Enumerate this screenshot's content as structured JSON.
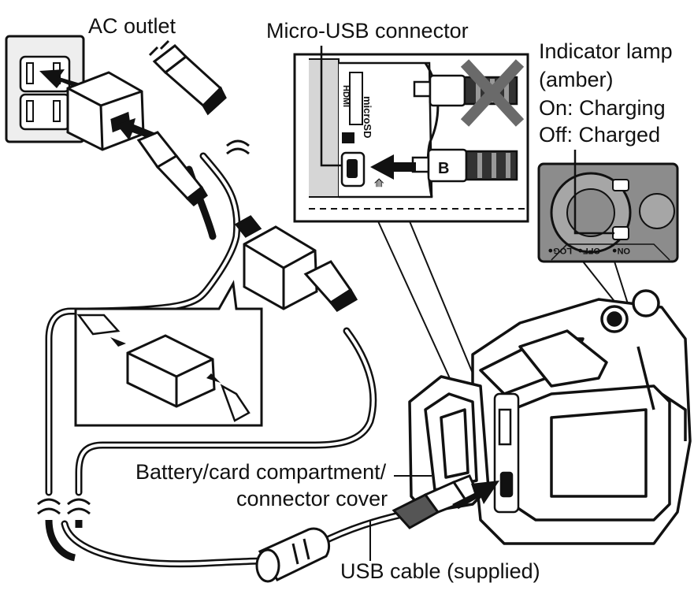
{
  "labels": {
    "ac_outlet": "AC outlet",
    "micro_usb_connector": "Micro-USB connector",
    "indicator_lamp_line1": "Indicator lamp",
    "indicator_lamp_line2": "(amber)",
    "indicator_on": "On: Charging",
    "indicator_off": "Off: Charged",
    "compartment_line1": "Battery/card compartment/",
    "compartment_line2": "connector cover",
    "usb_cable": "USB cable (supplied)"
  },
  "port_labels": {
    "hdmi": "HDMI",
    "microsd": "microSD",
    "usb_port": "⭅"
  },
  "plug_letter": "B",
  "switch_labels": {
    "on": "ON●",
    "off": "OFF●",
    "log": "LOG●"
  },
  "colors": {
    "line": "#111111",
    "gray": "#c8c8c8",
    "dark_gray": "#8c8c8c",
    "cross": "#6a6a6a"
  }
}
